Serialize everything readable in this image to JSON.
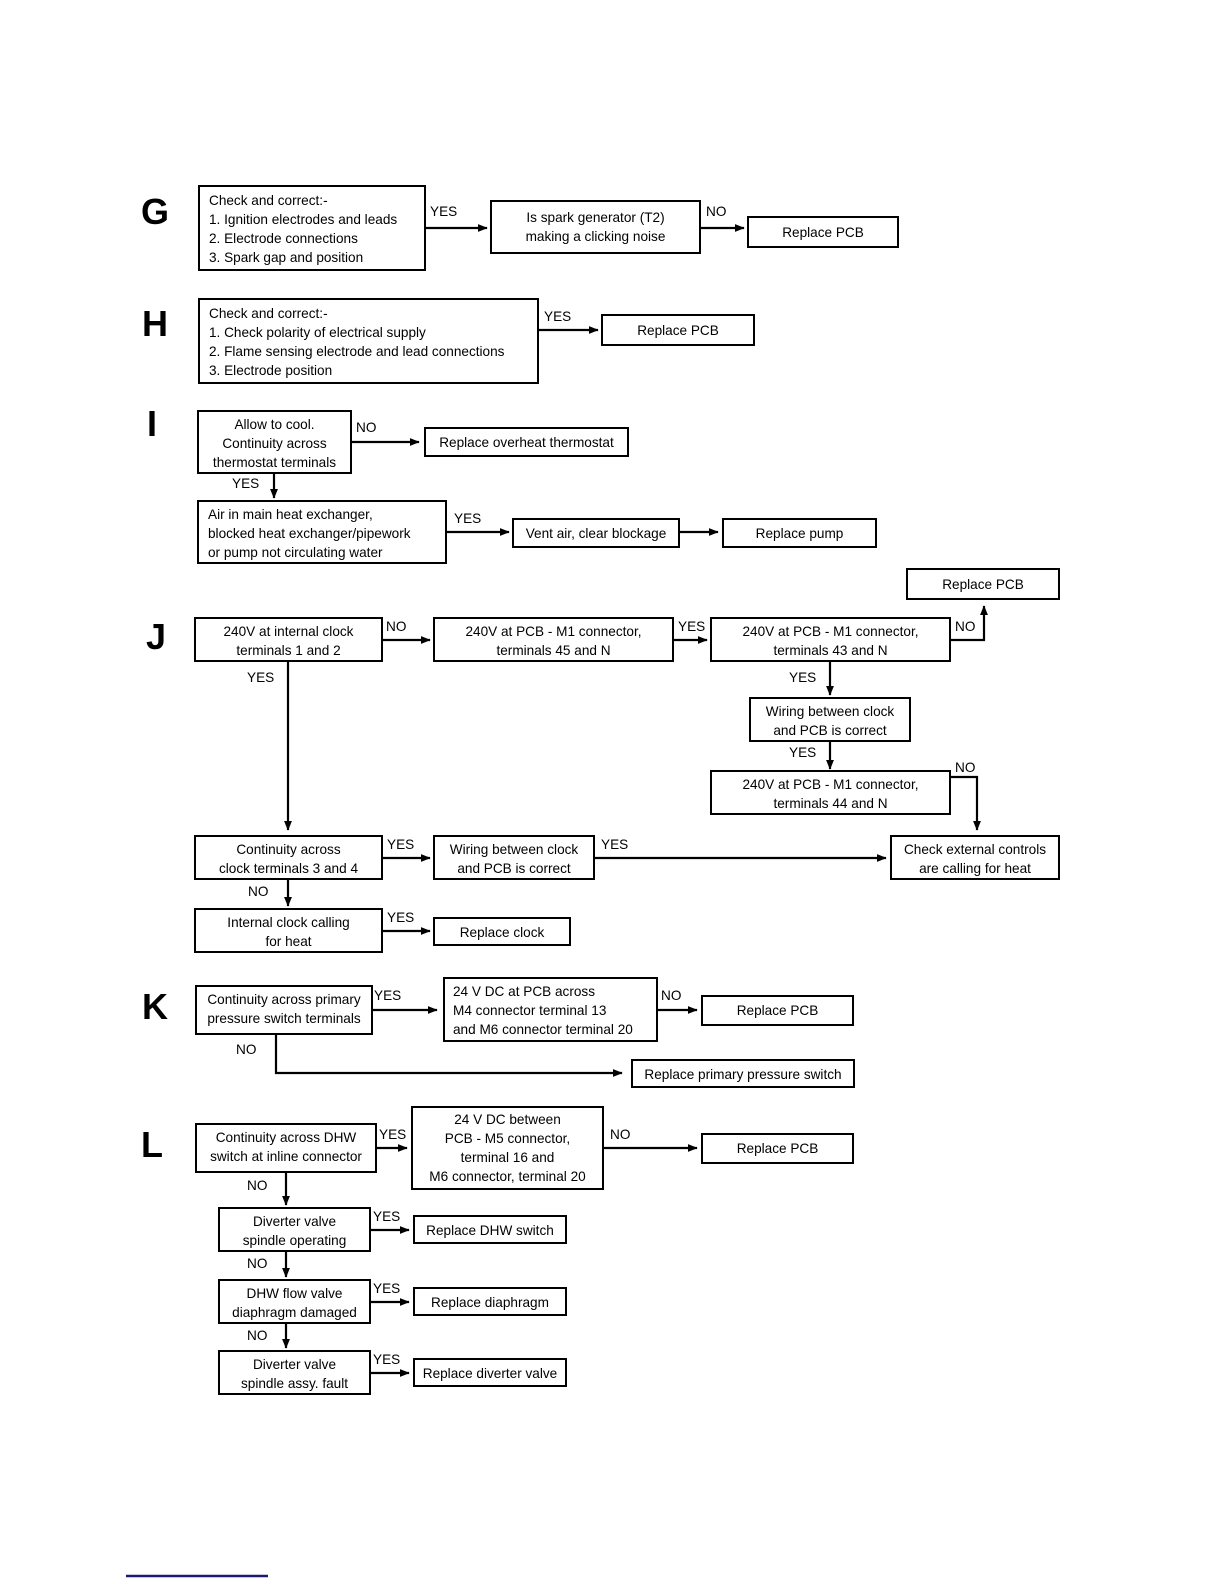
{
  "page": {
    "title": "Fault finding flowcharts G to L",
    "footer_rule_color": "#1a1a6e"
  },
  "sections": [
    {
      "letter": "G",
      "nodes": [
        {
          "id": "g1",
          "lines": [
            "Check and correct:-",
            "1. Ignition electrodes and leads",
            "2. Electrode connections",
            "3. Spark gap and position"
          ]
        },
        {
          "id": "g2",
          "lines": [
            "Is spark generator (T2)",
            "making a clicking noise"
          ]
        },
        {
          "id": "g3",
          "lines": [
            "Replace PCB"
          ]
        }
      ],
      "edges": [
        {
          "from": "g1",
          "to": "g2",
          "label": "YES"
        },
        {
          "from": "g2",
          "to": "g3",
          "label": "NO"
        }
      ]
    },
    {
      "letter": "H",
      "nodes": [
        {
          "id": "h1",
          "lines": [
            "Check and correct:-",
            "1. Check polarity of electrical supply",
            "2. Flame sensing electrode and lead connections",
            "3. Electrode position"
          ]
        },
        {
          "id": "h2",
          "lines": [
            "Replace PCB"
          ]
        }
      ],
      "edges": [
        {
          "from": "h1",
          "to": "h2",
          "label": "YES"
        }
      ]
    },
    {
      "letter": "I",
      "nodes": [
        {
          "id": "i1",
          "lines": [
            "Allow to cool.",
            "Continuity across",
            "thermostat terminals"
          ]
        },
        {
          "id": "i2",
          "lines": [
            "Replace overheat thermostat"
          ]
        },
        {
          "id": "i3",
          "lines": [
            "Air in main heat exchanger,",
            "blocked heat exchanger/pipework",
            "or pump not circulating water"
          ]
        },
        {
          "id": "i4",
          "lines": [
            "Vent air, clear blockage"
          ]
        },
        {
          "id": "i5",
          "lines": [
            "Replace pump"
          ]
        }
      ],
      "edges": [
        {
          "from": "i1",
          "to": "i2",
          "label": "NO"
        },
        {
          "from": "i1",
          "to": "i3",
          "label": "YES"
        },
        {
          "from": "i3",
          "to": "i4",
          "label": "YES"
        },
        {
          "from": "i4",
          "to": "i5",
          "label": ""
        }
      ]
    },
    {
      "letter": "J",
      "nodes": [
        {
          "id": "j0",
          "lines": [
            "Replace PCB"
          ]
        },
        {
          "id": "j1",
          "lines": [
            "240V at internal clock",
            "terminals 1 and 2"
          ]
        },
        {
          "id": "j2",
          "lines": [
            "240V at PCB - M1 connector,",
            "terminals 45 and N"
          ]
        },
        {
          "id": "j3",
          "lines": [
            "240V at PCB - M1 connector,",
            "terminals 43 and N"
          ]
        },
        {
          "id": "j4",
          "lines": [
            "Wiring between clock",
            "and PCB is correct"
          ]
        },
        {
          "id": "j5",
          "lines": [
            "240V at PCB - M1 connector,",
            "terminals 44 and N"
          ]
        },
        {
          "id": "j6",
          "lines": [
            "Continuity across",
            "clock terminals 3 and 4"
          ]
        },
        {
          "id": "j7",
          "lines": [
            "Wiring between clock",
            "and PCB is correct"
          ]
        },
        {
          "id": "j8",
          "lines": [
            "Check external controls",
            "are calling for heat"
          ]
        },
        {
          "id": "j9",
          "lines": [
            "Internal clock calling",
            "for heat"
          ]
        },
        {
          "id": "j10",
          "lines": [
            "Replace clock"
          ]
        }
      ],
      "edges": [
        {
          "from": "j1",
          "to": "j2",
          "label": "NO"
        },
        {
          "from": "j2",
          "to": "j3",
          "label": "YES"
        },
        {
          "from": "j3",
          "to": "j0",
          "label": "NO"
        },
        {
          "from": "j3",
          "to": "j4",
          "label": "YES"
        },
        {
          "from": "j4",
          "to": "j5",
          "label": "YES"
        },
        {
          "from": "j5",
          "to": "j8",
          "label": "NO"
        },
        {
          "from": "j1",
          "to": "j6",
          "label": "YES"
        },
        {
          "from": "j6",
          "to": "j7",
          "label": "YES"
        },
        {
          "from": "j7",
          "to": "j8",
          "label": "YES"
        },
        {
          "from": "j6",
          "to": "j9",
          "label": "NO"
        },
        {
          "from": "j9",
          "to": "j10",
          "label": "YES"
        }
      ]
    },
    {
      "letter": "K",
      "nodes": [
        {
          "id": "k1",
          "lines": [
            "Continuity across primary",
            "pressure switch terminals"
          ]
        },
        {
          "id": "k2",
          "lines": [
            "24 V DC at PCB across",
            "M4 connector terminal 13",
            "and M6 connector terminal 20"
          ]
        },
        {
          "id": "k3",
          "lines": [
            "Replace PCB"
          ]
        },
        {
          "id": "k4",
          "lines": [
            "Replace primary pressure switch"
          ]
        }
      ],
      "edges": [
        {
          "from": "k1",
          "to": "k2",
          "label": "YES"
        },
        {
          "from": "k2",
          "to": "k3",
          "label": "NO"
        },
        {
          "from": "k1",
          "to": "k4",
          "label": "NO"
        }
      ]
    },
    {
      "letter": "L",
      "nodes": [
        {
          "id": "l1",
          "lines": [
            "Continuity across DHW",
            "switch at inline connector"
          ]
        },
        {
          "id": "l2",
          "lines": [
            "24 V DC between",
            "PCB - M5 connector,",
            "terminal 16 and",
            "M6 connector, terminal 20"
          ]
        },
        {
          "id": "l3",
          "lines": [
            "Replace PCB"
          ]
        },
        {
          "id": "l4",
          "lines": [
            "Diverter valve",
            "spindle operating"
          ]
        },
        {
          "id": "l5",
          "lines": [
            "Replace DHW switch"
          ]
        },
        {
          "id": "l6",
          "lines": [
            "DHW flow valve",
            "diaphragm damaged"
          ]
        },
        {
          "id": "l7",
          "lines": [
            "Replace diaphragm"
          ]
        },
        {
          "id": "l8",
          "lines": [
            "Diverter valve",
            "spindle assy. fault"
          ]
        },
        {
          "id": "l9",
          "lines": [
            "Replace diverter valve"
          ]
        }
      ],
      "edges": [
        {
          "from": "l1",
          "to": "l2",
          "label": "YES"
        },
        {
          "from": "l2",
          "to": "l3",
          "label": "NO"
        },
        {
          "from": "l1",
          "to": "l4",
          "label": "NO"
        },
        {
          "from": "l4",
          "to": "l5",
          "label": "YES"
        },
        {
          "from": "l4",
          "to": "l6",
          "label": "NO"
        },
        {
          "from": "l6",
          "to": "l7",
          "label": "YES"
        },
        {
          "from": "l6",
          "to": "l8",
          "label": "NO"
        },
        {
          "from": "l8",
          "to": "l9",
          "label": "YES"
        }
      ]
    }
  ],
  "text": {
    "g_letter": "G",
    "h_letter": "H",
    "i_letter": "I",
    "j_letter": "J",
    "k_letter": "K",
    "l_letter": "L",
    "g1_l1": "Check and correct:-",
    "g1_l2": "1. Ignition electrodes and leads",
    "g1_l3": "2. Electrode connections",
    "g1_l4": "3. Spark gap and position",
    "g_yes": "YES",
    "g2_l1": "Is spark generator (T2)",
    "g2_l2": "making a clicking noise",
    "g_no": "NO",
    "g3_l1": "Replace PCB",
    "h1_l1": "Check and correct:-",
    "h1_l2": "1. Check polarity of electrical supply",
    "h1_l3": "2. Flame sensing electrode and lead connections",
    "h1_l4": "3. Electrode position",
    "h_yes": "YES",
    "h2_l1": "Replace PCB",
    "i1_l1": "Allow to cool.",
    "i1_l2": "Continuity across",
    "i1_l3": "thermostat terminals",
    "i_no": "NO",
    "i2_l1": "Replace overheat thermostat",
    "i_yes": "YES",
    "i3_l1": "Air in main heat exchanger,",
    "i3_l2": "blocked heat exchanger/pipework",
    "i3_l3": "or pump not circulating water",
    "i_yes2": "YES",
    "i4_l1": "Vent air, clear blockage",
    "i5_l1": "Replace pump",
    "j0_l1": "Replace PCB",
    "j1_l1": "240V at internal clock",
    "j1_l2": "terminals 1 and 2",
    "j_no1": "NO",
    "j2_l1": "240V at PCB - M1 connector,",
    "j2_l2": "terminals 45 and N",
    "j_yes1": "YES",
    "j3_l1": "240V at PCB - M1 connector,",
    "j3_l2": "terminals 43 and N",
    "j_no2": "NO",
    "j_yes2": "YES",
    "j4_l1": "Wiring between clock",
    "j4_l2": "and PCB is correct",
    "j_yes3": "YES",
    "j5_l1": "240V at PCB - M1 connector,",
    "j5_l2": "terminals 44 and N",
    "j_no3": "NO",
    "j_yes4": "YES",
    "j6_l1": "Continuity across",
    "j6_l2": "clock terminals 3 and 4",
    "j_yes5": "YES",
    "j7_l1": "Wiring between clock",
    "j7_l2": "and PCB is correct",
    "j_yes6": "YES",
    "j8_l1": "Check external controls",
    "j8_l2": "are calling for heat",
    "j_no4": "NO",
    "j9_l1": "Internal clock calling",
    "j9_l2": "for heat",
    "j_yes7": "YES",
    "j10_l1": "Replace clock",
    "k1_l1": "Continuity across primary",
    "k1_l2": "pressure switch terminals",
    "k_yes": "YES",
    "k2_l1": "24 V DC at PCB across",
    "k2_l2": "M4 connector terminal 13",
    "k2_l3": "and M6 connector terminal 20",
    "k_no1": "NO",
    "k3_l1": "Replace PCB",
    "k_no2": "NO",
    "k4_l1": "Replace primary pressure switch",
    "l1_l1": "Continuity across DHW",
    "l1_l2": "switch at inline connector",
    "l_yes1": "YES",
    "l2_l1": "24 V DC between",
    "l2_l2": "PCB - M5 connector,",
    "l2_l3": "terminal 16 and",
    "l2_l4": "M6 connector, terminal 20",
    "l_no1": "NO",
    "l3_l1": "Replace PCB",
    "l_no2": "NO",
    "l4_l1": "Diverter valve",
    "l4_l2": "spindle operating",
    "l_yes2": "YES",
    "l5_l1": "Replace DHW switch",
    "l_no3": "NO",
    "l6_l1": "DHW flow valve",
    "l6_l2": "diaphragm damaged",
    "l_yes3": "YES",
    "l7_l1": "Replace diaphragm",
    "l_no4": "NO",
    "l8_l1": "Diverter valve",
    "l8_l2": "spindle assy. fault",
    "l_yes4": "YES",
    "l9_l1": "Replace diverter valve"
  }
}
